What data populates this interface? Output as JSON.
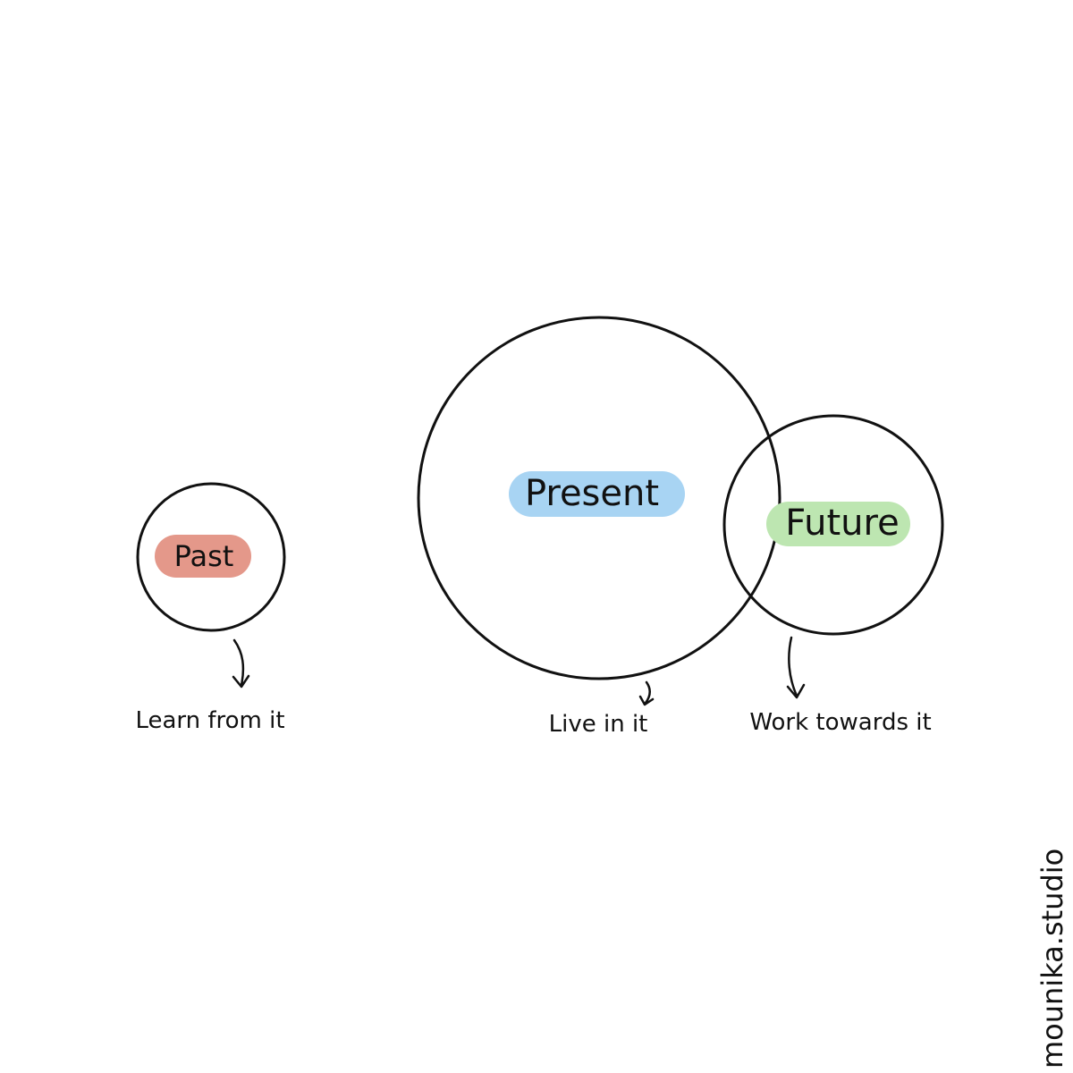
{
  "colors": {
    "past_pill": "#e4988a",
    "present_pill": "#a8d4f3",
    "future_pill": "#bde6b1",
    "stroke": "#111111"
  },
  "diagram": {
    "past": {
      "label": "Past",
      "caption": "Learn from it"
    },
    "present": {
      "label": "Present",
      "caption": "Live in it"
    },
    "future": {
      "label": "Future",
      "caption": "Work towards it"
    }
  },
  "watermark": "mounika.studio"
}
